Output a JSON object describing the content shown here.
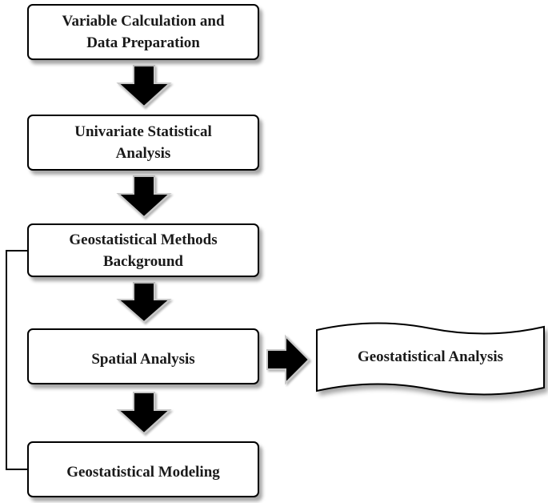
{
  "steps": [
    {
      "line1": "Variable Calculation and",
      "line2": "Data Preparation"
    },
    {
      "line1": "Univariate Statistical",
      "line2": "Analysis"
    },
    {
      "line1": "Geostatistical Methods",
      "line2": "Background"
    },
    {
      "line1": "Spatial Analysis"
    },
    {
      "line1": "Geostatistical Modeling"
    }
  ],
  "output": {
    "label": "Geostatistical Analysis"
  },
  "colors": {
    "stroke": "#000000",
    "arrow_fill": "#000000",
    "arrow_outline": "#c8c8c8"
  }
}
